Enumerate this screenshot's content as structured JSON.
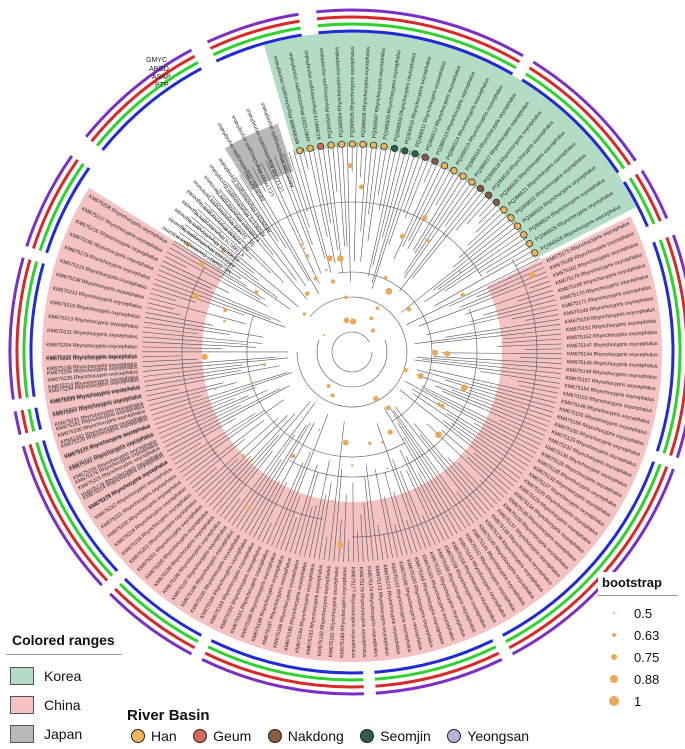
{
  "ring_labels": [
    "GMYC",
    "ABGD",
    "ASAP",
    "PTP"
  ],
  "ring_colors": [
    "#7b2fc6",
    "#d62a2a",
    "#2fd12f",
    "#1f2bd6"
  ],
  "colored_ranges": {
    "title": "Colored ranges",
    "items": [
      {
        "label": "Korea",
        "color": "#b4dcc4"
      },
      {
        "label": "China",
        "color": "#f4c2c2"
      },
      {
        "label": "Japan",
        "color": "#b8b8b8"
      }
    ]
  },
  "bootstrap": {
    "title": "bootstrap",
    "items": [
      "0.5",
      "0.63",
      "0.75",
      "0.88",
      "1"
    ],
    "dot_color": "#e9a85a"
  },
  "river_basin": {
    "title": "River Basin",
    "items": [
      {
        "label": "Han",
        "color": "#f0b45a"
      },
      {
        "label": "Geum",
        "color": "#d26a5e"
      },
      {
        "label": "Nakdong",
        "color": "#8a5a44"
      },
      {
        "label": "Seomjin",
        "color": "#2f5e46"
      },
      {
        "label": "Yeongsan",
        "color": "#b6b3d6"
      }
    ]
  },
  "outgroup_labels": [
    "NC_018817 Oxestrochilus popomis",
    "AP011419 Rhynchocypris lagowskii",
    "KC906181 Rhynchocypris lagowskii",
    "KT288174 Rhynchocypris lagowskii",
    "NC_015630 Rhynchocypris lagowskii",
    "NC_031405 Rhynchocypris perenurus",
    "KC880407 Rhynchocypris percnurus",
    "AF090171 Rhynchocypris oxycephalus",
    "AF090164 Rhynchocypris oxycephalus"
  ],
  "japan_labels": [
    "AB080167 Rhynchocypris oxycephalus",
    "LC177737 Rhynchocypris oxycephalus",
    "LC177749 Rhynchocypris oxycephalus",
    "AB080165 Rhynchocypris oxycephalus"
  ],
  "korea_labels": [
    "MK990898 Rhynchocypris oxycephalus",
    "KM675203 Rhynchocypris oxycephalus",
    "KC908474 Rhynchocypris oxycephalus",
    "PQ366503 Rhynchocypris oxycephalus",
    "PQ366504 Rhynchocypris oxycephalus",
    "PQ366505 Rhynchocypris oxycephalus",
    "PQ366506 Rhynchocypris oxycephalus",
    "PQ366507 Rhynchocypris oxycephalus",
    "PQ366508 Rhynchocypris oxycephalus",
    "PQ366509 Rhynchocypris oxycephalus",
    "PQ366510 Rhynchocypris oxycephalus",
    "PQ366511 Rhynchocypris oxycephalus",
    "PQ366512 Rhynchocypris oxycephalus",
    "PQ366513 Rhynchocypris oxycephalus",
    "PQ366514 Rhynchocypris oxycephalus",
    "PQ366515 Rhynchocypris oxycephalus",
    "PQ366516 Rhynchocypris oxycephalus",
    "PQ366517 Rhynchocypris oxycephalus",
    "PQ366518 Rhynchocypris oxycephalus",
    "PQ366519 Rhynchocypris oxycephalus",
    "PQ366520 Rhynchocypris oxycephalus",
    "PQ366521 Rhynchocypris oxycephalus",
    "PQ366522 Rhynchocypris oxycephalus",
    "PQ366523 Rhynchocypris oxycephalus",
    "PQ366524 Rhynchocypris oxycephalus",
    "PQ366525 Rhynchocypris oxycephalus",
    "PQ366526 Rhynchocypris oxycephalus"
  ],
  "korea_basins": [
    "Han",
    "Han",
    "Geum",
    "Han",
    "Han",
    "Han",
    "Han",
    "Han",
    "Han",
    "Seomjin",
    "Seomjin",
    "Seomjin",
    "Nakdong",
    "Nakdong",
    "Han",
    "Han",
    "Han",
    "Han",
    "Nakdong",
    "Nakdong",
    "Nakdong",
    "Han",
    "Han",
    "Han",
    "Han",
    "Han",
    "Han"
  ],
  "china_right_labels": [
    "KM675175 Rhynchocypris oxycephalus",
    "KM675168 Rhynchocypris oxycephalus",
    "KM675162 Rhynchocypris oxycephalus",
    "KM675178 Rhynchocypris oxycephalus",
    "KM675169 Rhynchocypris oxycephalus",
    "KM675170 Rhynchocypris oxycephalus",
    "KM675171 Rhynchocypris oxycephalus",
    "KM675146 Rhynchocypris oxycephalus",
    "KM675150 Rhynchocypris oxycephalus",
    "KM675151 Rhynchocypris oxycephalus",
    "KM675152 Rhynchocypris oxycephalus",
    "KM675147 Rhynchocypris oxycephalus",
    "KM675144 Rhynchocypris oxycephalus",
    "KM675145 Rhynchocypris oxycephalus",
    "KM675148 Rhynchocypris oxycephalus",
    "KM675157 Rhynchocypris oxycephalus",
    "KM675154 Rhynchocypris oxycephalus",
    "KM675153 Rhynchocypris oxycephalus",
    "KM675149 Rhynchocypris oxycephalus",
    "KM675155 Rhynchocypris oxycephalus",
    "KM675156 Rhynchocypris oxycephalus",
    "KM675150 Rhynchocypris oxycephalus",
    "KM675123 Rhynchocypris oxycephalus",
    "KM675132 Rhynchocypris oxycephalus",
    "KM675130 Rhynchocypris oxycephalus",
    "KM675126 Rhynchocypris oxycephalus",
    "KM675128 Rhynchocypris oxycephalus",
    "KM675133 Rhynchocypris oxycephalus",
    "KM675127 Rhynchocypris oxycephalus",
    "KM675125 Rhynchocypris oxycephalus",
    "KM675129 Rhynchocypris oxycephalus",
    "KM675134 Rhynchocypris oxycephalus",
    "KM675135 Rhynchocypris oxycephalus",
    "KM675136 Rhynchocypris oxycephalus",
    "KM675137 Rhynchocypris oxycephalus",
    "KM675138 Rhynchocypris oxycephalus",
    "KM675139 Rhynchocypris oxycephalus",
    "KM675140 Rhynchocypris oxycephalus",
    "KM675141 Rhynchocypris oxycephalus",
    "KM675142 Rhynchocypris oxycephalus",
    "KM675143 Rhynchocypris oxycephalus",
    "KM675158 Rhynchocypris oxycephalus",
    "KM675159 Rhynchocypris oxycephalus",
    "KM675160 Rhynchocypris oxycephalus",
    "KM675161 Rhynchocypris oxycephalus",
    "KM675163 Rhynchocypris oxycephalus",
    "KM675164 Rhynchocypris oxycephalus",
    "KM675165 Rhynchocypris oxycephalus",
    "KM675166 Rhynchocypris oxycephalus",
    "KM675167 Rhynchocypris oxycephalus",
    "KM675172 Rhynchocypris oxycephalus",
    "KM675173 Rhynchocypris oxycephalus",
    "KM675174 Rhynchocypris oxycephalus",
    "KM675176 Rhynchocypris oxycephalus",
    "KM675177 Rhynchocypris oxycephalus",
    "KM675180 Rhynchocypris oxycephalus",
    "KM675181 Rhynchocypris oxycephalus",
    "KM675182 Rhynchocypris oxycephalus",
    "KM675183 Rhynchocypris oxycephalus",
    "KM675184 Rhynchocypris oxycephalus",
    "KM675185 Rhynchocypris oxycephalus",
    "KM675186 Rhynchocypris oxycephalus",
    "KM675187 Rhynchocypris oxycephalus",
    "KM675188 Rhynchocypris oxycephalus",
    "KM675189 Rhynchocypris oxycephalus",
    "KM675191 Rhynchocypris oxycephalus",
    "KM675192 Rhynchocypris oxycephalus",
    "KM675193 Rhynchocypris oxycephalus",
    "KM675194 Rhynchocypris oxycephalus",
    "KM675195 Rhynchocypris oxycephalus",
    "KM675196 Rhynchocypris oxycephalus",
    "KM675197 Rhynchocypris oxycephalus",
    "KM675198 Rhynchocypris oxycephalus",
    "KM675199 Rhynchocypris oxycephalus",
    "KM675200 Rhynchocypris oxycephalus",
    "KM675201 Rhynchocypris oxycephalus",
    "KM675202 Rhynchocypris oxycephalus",
    "KM675218 Rhynchocypris oxycephalus",
    "KM675219 Rhynchocypris oxycephalus",
    "KM675220 Rhynchocypris oxycephalus",
    "KM675221 Rhynchocypris oxycephalus",
    "KM675222 Rhynchocypris oxycephalus",
    "KM675223 Rhynchocypris oxycephalus",
    "KM675224 Rhynchocypris oxycephalus",
    "KM675225 Rhynchocypris oxycephalus",
    "KM675226 Rhynchocypris oxycephalus",
    "KM675227 Rhynchocypris oxycephalus",
    "KM675228 Rhynchocypris oxycephalus",
    "KM675229 Rhynchocypris oxycephalus",
    "KM675230 Rhynchocypris oxycephalus",
    "KM675231 Rhynchocypris oxycephalus",
    "KM675232 Rhynchocypris oxycephalus",
    "KM675233 Rhynchocypris oxycephalus",
    "KM675234 Rhynchocypris oxycephalus",
    "KM675235 Rhynchocypris oxycephalus",
    "KM675236 Rhynchocypris oxycephalus",
    "KM675237 Rhynchocypris oxycephalus"
  ],
  "china_left_labels": [
    "KM675178 Rhynchocypris oxycephalus",
    "KM675179 Rhynchocypris oxycephalus",
    "KM675176 Rhynchocypris oxycephalus",
    "KM675182 Rhynchocypris oxycephalus",
    "KM675177 Rhynchocypris oxycephalus",
    "KP641342 Rhynchocypris oxycephalus",
    "KM675181 Rhynchocypris oxycephalus",
    "KM675207 Rhynchocypris oxycephalus",
    "KM675209 Rhynchocypris oxycephalus",
    "KM675214 Rhynchocypris oxycephalus",
    "KM675206 Rhynchocypris oxycephalus",
    "KM675205 Rhynchocypris oxycephalus",
    "KM675204 Rhynchocypris oxycephalus",
    "KM675211 Rhynchocypris oxycephalus",
    "KM675213 Rhynchocypris oxycephalus",
    "KM675210 Rhynchocypris oxycephalus",
    "KM675212 Rhynchocypris oxycephalus",
    "KM675238 Rhynchocypris oxycephalus",
    "KM675215 Rhynchocypris oxycephalus",
    "KM675179 Rhynchocypris oxycephalus",
    "KM675190 Rhynchocypris oxycephalus",
    "KM675216 Rhynchocypris oxycephalus",
    "KM675217 Rhynchocypris oxycephalus",
    "KM675208 Rhynchocypris oxycephalus"
  ]
}
